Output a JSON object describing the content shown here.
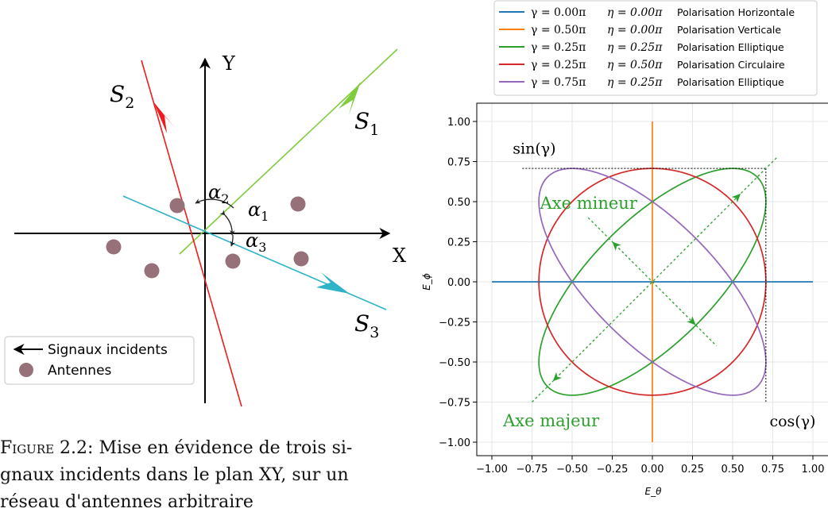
{
  "figure_left": {
    "axis_x_label": "X",
    "axis_y_label": "Y",
    "signals": [
      {
        "label": "S",
        "sub": "1",
        "color": "#7fcc3c"
      },
      {
        "label": "S",
        "sub": "2",
        "color": "#ee1c1c"
      },
      {
        "label": "S",
        "sub": "3",
        "color": "#2fb3c8"
      }
    ],
    "angles": [
      {
        "label": "α",
        "sub": "1"
      },
      {
        "label": "α",
        "sub": "2"
      },
      {
        "label": "α",
        "sub": "3"
      }
    ],
    "legend": [
      {
        "label": "Signaux incidents",
        "icon": "arrow-left-icon"
      },
      {
        "label": "Antennes",
        "icon": "circle-icon"
      }
    ],
    "antenna_color": "#96717a"
  },
  "caption": {
    "line1_prefix": "Figure 2.2:",
    "line1_rest": " Mise en évidence de trois si-",
    "line2": "gnaux incidents dans le plan XY, sur un",
    "line3": "réseau d'antennes arbitraire"
  },
  "chart_data": {
    "type": "line",
    "xlabel": "E_θ",
    "ylabel": "E_ϕ",
    "xlim": [
      -1.0,
      1.0
    ],
    "ylim": [
      -1.0,
      1.0
    ],
    "xticks": [
      "−1.00",
      "−0.75",
      "−0.50",
      "−0.25",
      "0.00",
      "0.25",
      "0.50",
      "0.75",
      "1.00"
    ],
    "yticks": [
      "1.00",
      "0.75",
      "0.50",
      "0.25",
      "0.00",
      "−0.25",
      "−0.50",
      "−0.75",
      "−1.00"
    ],
    "grid": true,
    "legend_position": "top",
    "series": [
      {
        "gamma": "γ = 0.00π",
        "eta": "η = 0.00π",
        "name": "Polarisation Horizontale",
        "color": "#1f77b4",
        "gamma_pi": 0.0,
        "eta_pi": 0.0
      },
      {
        "gamma": "γ = 0.50π",
        "eta": "η = 0.00π",
        "name": "Polarisation Verticale",
        "color": "#ff7f0e",
        "gamma_pi": 0.5,
        "eta_pi": 0.0
      },
      {
        "gamma": "γ = 0.25π",
        "eta": "η = 0.25π",
        "name": "Polarisation Elliptique",
        "color": "#2ca02c",
        "gamma_pi": 0.25,
        "eta_pi": 0.25
      },
      {
        "gamma": "γ = 0.25π",
        "eta": "η = 0.50π",
        "name": "Polarisation Circulaire",
        "color": "#d62728",
        "gamma_pi": 0.25,
        "eta_pi": 0.5
      },
      {
        "gamma": "γ = 0.75π",
        "eta": "η = 0.25π",
        "name": "Polarisation Elliptique",
        "color": "#9467bd",
        "gamma_pi": 0.75,
        "eta_pi": 0.25
      }
    ],
    "annotations": {
      "sin_label": "sin(γ)",
      "cos_label": "cos(γ)",
      "minor_axis_label": "Axe mineur",
      "major_axis_label": "Axe majeur",
      "guide_value": 0.7071,
      "minor_axis_range": [
        -0.4,
        0.4
      ],
      "major_axis_range": [
        -0.75,
        0.75
      ]
    }
  }
}
